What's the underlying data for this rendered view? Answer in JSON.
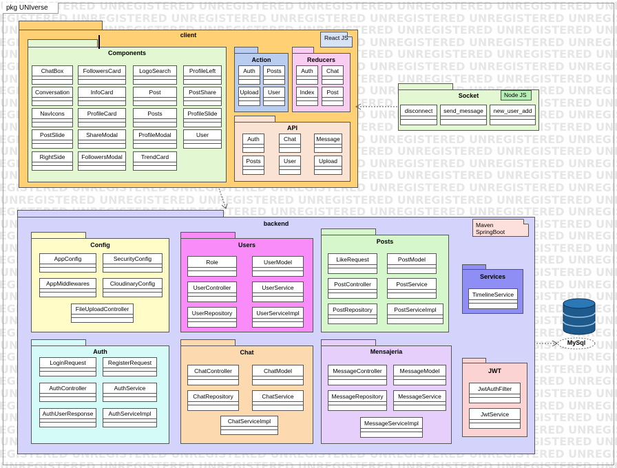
{
  "frame_label": "pkg UNIverse",
  "watermark": "UNREGISTERED",
  "client": {
    "title": "client",
    "note": "React JS",
    "components": {
      "title": "Components",
      "items": [
        "ChatBox",
        "FollowersCard",
        "LogoSearch",
        "ProfileLeft",
        "Conversation",
        "InfoCard",
        "Post",
        "PostShare",
        "NavIcons",
        "ProfileCard",
        "Posts",
        "ProfileSlide",
        "PostSlide",
        "ShareModal",
        "ProfileModal",
        "User",
        "RightSide",
        "FollowersModal",
        "TrendCard"
      ]
    },
    "action": {
      "title": "Action",
      "items": [
        "Auth",
        "Posts",
        "Upload",
        "User"
      ]
    },
    "reducers": {
      "title": "Reducers",
      "items": [
        "Auth",
        "Chat",
        "Index",
        "Post"
      ]
    },
    "api": {
      "title": "API",
      "items": [
        "Auth",
        "Chat",
        "Message",
        "Posts",
        "User",
        "Upload"
      ]
    }
  },
  "socket": {
    "title": "Socket",
    "note": "Node JS",
    "items": [
      "disconnect",
      "send_message",
      "new_user_add"
    ]
  },
  "backend": {
    "title": "backend",
    "note_lines": [
      "Maven",
      "SpringBoot"
    ],
    "config": {
      "title": "Config",
      "items": [
        "AppConfig",
        "SecurityConfig",
        "AppMiddlewares",
        "CloudinaryConfig",
        "FileUploadController"
      ]
    },
    "users": {
      "title": "Users",
      "items": [
        "Role",
        "UserModel",
        "UserController",
        "UserService",
        "UserRepository",
        "UserServiceImpl"
      ]
    },
    "posts": {
      "title": "Posts",
      "items": [
        "LikeRequest",
        "PostModel",
        "PostController",
        "PostService",
        "PostRepository",
        "PostServiceImpl"
      ]
    },
    "services": {
      "title": "Services",
      "items": [
        "TimelineService"
      ]
    },
    "auth": {
      "title": "Auth",
      "items": [
        "LoginRequest",
        "RegisterRequest",
        "AuthController",
        "AuthService",
        "AuthUserResponse",
        "AuthServiceImpl"
      ]
    },
    "chat": {
      "title": "Chat",
      "items": [
        "ChatController",
        "ChatModel",
        "ChatRepository",
        "ChatService",
        "ChatServiceImpl"
      ]
    },
    "mensajeria": {
      "title": "Mensajeria",
      "items": [
        "MessageController",
        "MessageModel",
        "MessageRepository",
        "MessageService",
        "MessageServiceImpl"
      ]
    },
    "jwt": {
      "title": "JWT",
      "items": [
        "JwtAuthFilter",
        "JwtService"
      ]
    }
  },
  "database": {
    "label": "MySql",
    "icon": "database-icon"
  },
  "colors": {
    "client": "#ffd074",
    "components": "#e3f7d2",
    "action": "#b8cdf0",
    "reducers": "#f9cdf2",
    "api": "#fbe3d3",
    "socket": "#e3f7d2",
    "backend": "#d3d3fb",
    "config": "#fffcc8",
    "users": "#fa8cfa",
    "posts": "#d5f7cb",
    "services": "#8e8ef5",
    "auth": "#d4fbf8",
    "chat": "#fcd9ae",
    "mensajeria": "#e6cffa",
    "jwt": "#fcd3d3",
    "database": "#1f5a8c"
  }
}
